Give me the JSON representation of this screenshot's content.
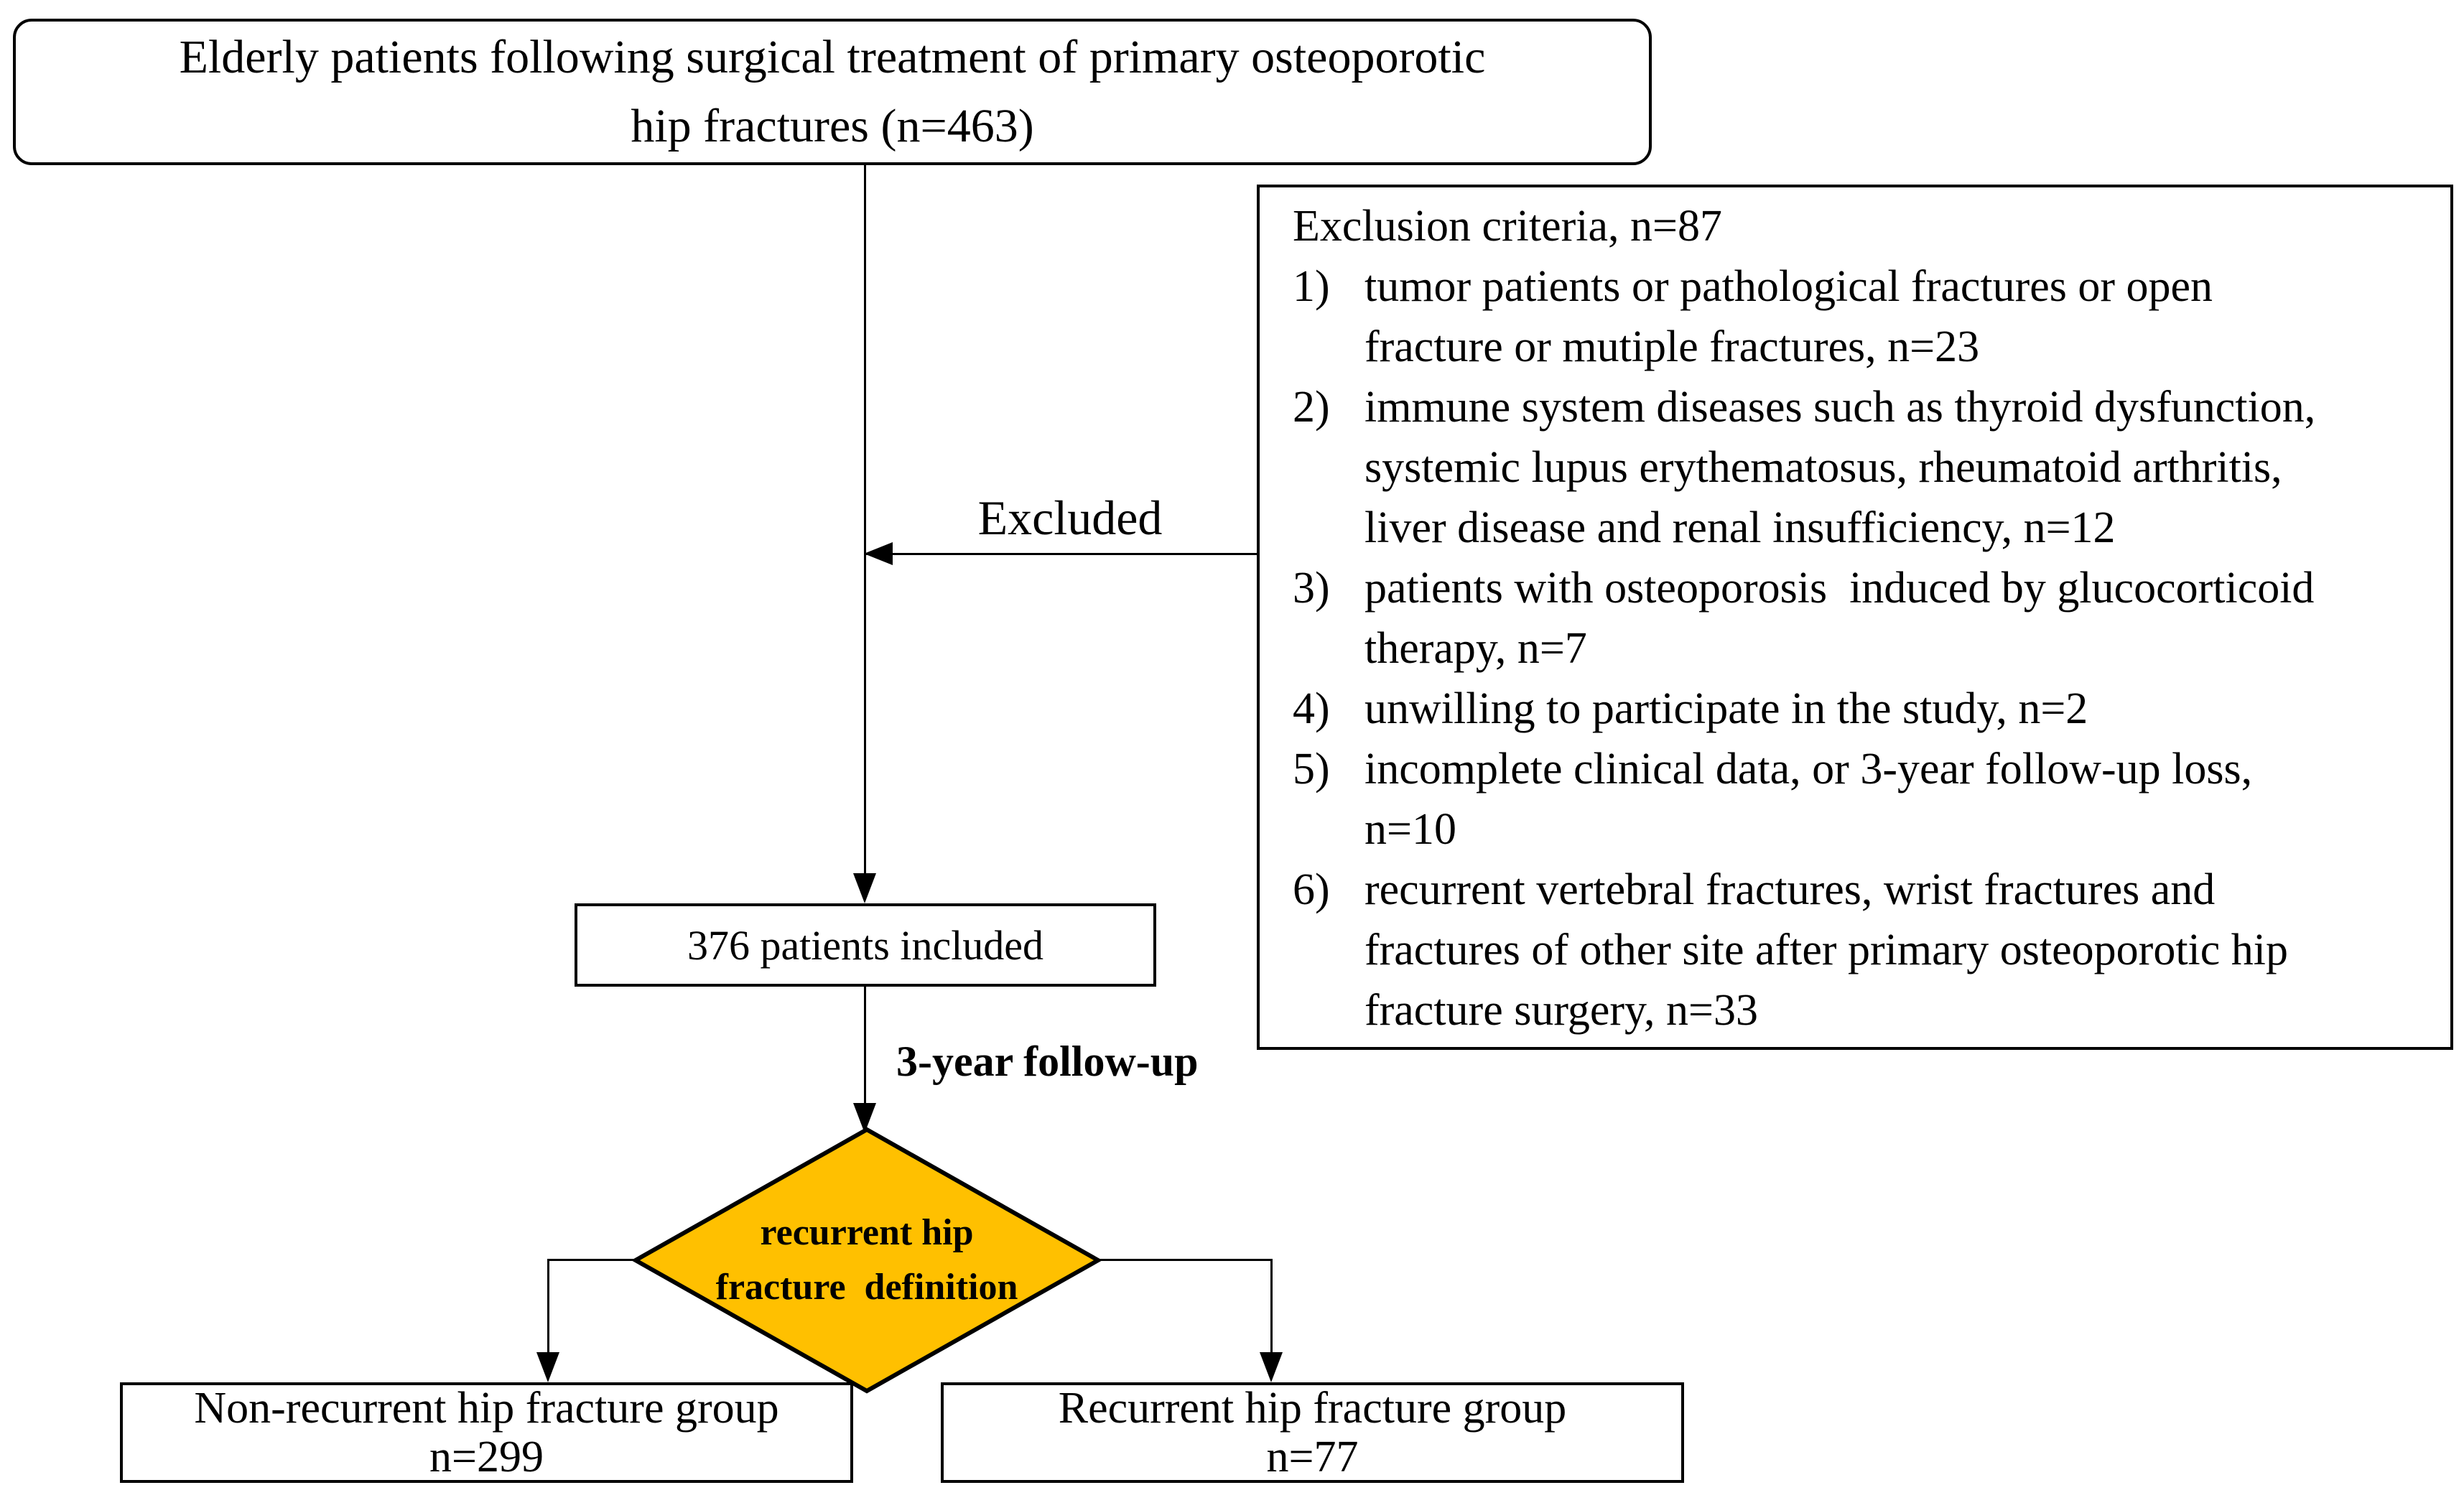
{
  "title_box": {
    "lines": [
      "Elderly patients following surgical treatment of primary osteoporotic",
      "hip fractures (n=463)"
    ]
  },
  "excluded_label": "Excluded",
  "exclusion_box": {
    "heading": "Exclusion criteria, n=87",
    "items": [
      {
        "num": "1)",
        "lines": [
          "tumor patients or pathological fractures or open",
          "fracture or mutiple fractures, n=23"
        ]
      },
      {
        "num": "2)",
        "lines": [
          "immune system diseases such as thyroid dysfunction,",
          "systemic lupus erythematosus, rheumatoid arthritis,",
          "liver disease and renal insufficiency, n=12"
        ]
      },
      {
        "num": "3)",
        "lines": [
          "patients with osteoporosis  induced by glucocorticoid",
          "therapy, n=7"
        ]
      },
      {
        "num": "4)",
        "lines": [
          "unwilling to participate in the study, n=2"
        ]
      },
      {
        "num": "5)",
        "lines": [
          "incomplete clinical data, or 3-year follow-up loss,",
          "n=10"
        ]
      },
      {
        "num": "6)",
        "lines": [
          "recurrent vertebral fractures, wrist fractures and",
          "fractures of other site after primary osteoporotic hip",
          "fracture surgery, n=33"
        ]
      }
    ]
  },
  "included_box": {
    "text": "376 patients included"
  },
  "followup_label": "3-year follow-up",
  "decision_diamond": {
    "lines": [
      "recurrent hip",
      "fracture  definition"
    ]
  },
  "non_recurrent_box": {
    "lines": [
      "Non-recurrent hip fracture group",
      "n=299"
    ]
  },
  "recurrent_box": {
    "lines": [
      "Recurrent hip fracture group",
      "n=77"
    ]
  },
  "colors": {
    "diamond_fill": "#FFC000",
    "line_color": "#000000",
    "background": "#FFFFFF"
  }
}
